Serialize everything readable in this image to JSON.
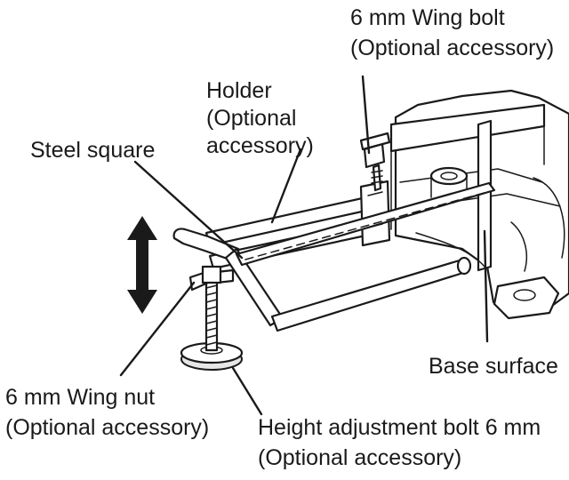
{
  "labels": {
    "wing_bolt": {
      "line1": "6 mm Wing bolt",
      "line2": "(Optional accessory)"
    },
    "holder": {
      "line1": "Holder",
      "line2": "(Optional",
      "line3": "accessory)"
    },
    "steel_square": {
      "line1": "Steel square"
    },
    "base_surface": {
      "line1": "Base surface"
    },
    "wing_nut": {
      "line1": "6 mm Wing nut",
      "line2": "(Optional accessory)"
    },
    "height_bolt": {
      "line1": "Height adjustment bolt 6 mm",
      "line2": "(Optional accessory)"
    }
  },
  "icons": {
    "arrow": "vertical-double-arrow-icon"
  },
  "colors": {
    "ink": "#1a1a1a",
    "background": "#ffffff"
  }
}
